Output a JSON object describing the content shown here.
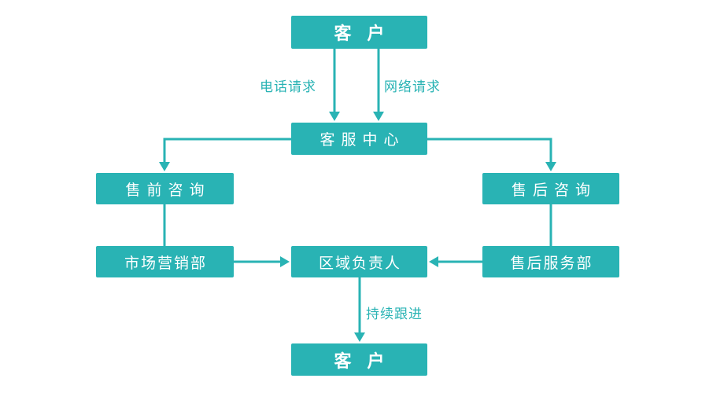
{
  "diagram": {
    "accent_color": "#29b3b4",
    "background_color": "#ffffff",
    "node_text_color": "#ffffff",
    "nodes": {
      "customer_top": {
        "label": "客 户"
      },
      "service_center": {
        "label": "客服中心"
      },
      "presales": {
        "label": "售前咨询"
      },
      "aftersales": {
        "label": "售后咨询"
      },
      "marketing": {
        "label": "市场营销部"
      },
      "regional_manager": {
        "label": "区域负责人"
      },
      "aftersales_service": {
        "label": "售后服务部"
      },
      "customer_bottom": {
        "label": "客 户"
      }
    },
    "edges": [
      {
        "from": "customer_top",
        "to": "service_center",
        "label": "电话请求"
      },
      {
        "from": "customer_top",
        "to": "service_center",
        "label": "网络请求"
      },
      {
        "from": "service_center",
        "to": "presales",
        "label": ""
      },
      {
        "from": "service_center",
        "to": "aftersales",
        "label": ""
      },
      {
        "from": "presales",
        "to": "marketing",
        "label": ""
      },
      {
        "from": "aftersales",
        "to": "aftersales_service",
        "label": ""
      },
      {
        "from": "marketing",
        "to": "regional_manager",
        "label": ""
      },
      {
        "from": "aftersales_service",
        "to": "regional_manager",
        "label": ""
      },
      {
        "from": "regional_manager",
        "to": "customer_bottom",
        "label": "持续跟进"
      }
    ]
  }
}
